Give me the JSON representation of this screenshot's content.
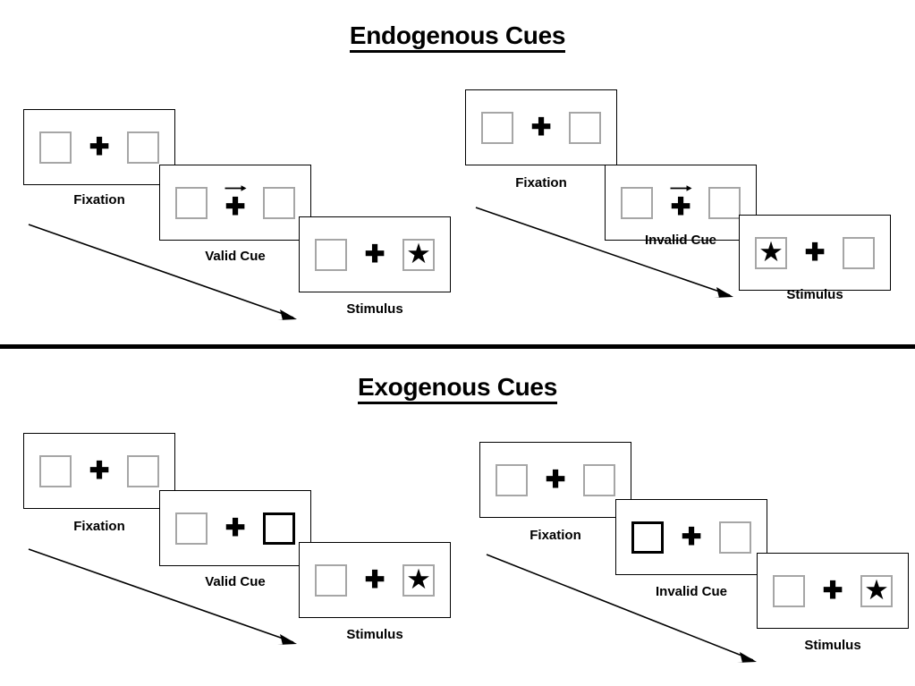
{
  "sections": [
    {
      "id": "endogenous",
      "title": "Endogenous Cues",
      "columns": [
        {
          "id": "endogenous-valid",
          "frames": [
            {
              "caption": "Fixation",
              "left_box": "empty",
              "right_box": "empty",
              "cue": "none"
            },
            {
              "caption": "Valid Cue",
              "left_box": "empty",
              "right_box": "empty",
              "cue": "arrow-right"
            },
            {
              "caption": "Stimulus",
              "left_box": "empty",
              "right_box": "star",
              "cue": "none"
            }
          ]
        },
        {
          "id": "endogenous-invalid",
          "frames": [
            {
              "caption": "Fixation",
              "left_box": "empty",
              "right_box": "empty",
              "cue": "none"
            },
            {
              "caption": "Invalid Cue",
              "left_box": "empty",
              "right_box": "empty",
              "cue": "arrow-right"
            },
            {
              "caption": "Stimulus",
              "left_box": "star",
              "right_box": "empty",
              "cue": "none"
            }
          ]
        }
      ]
    },
    {
      "id": "exogenous",
      "title": "Exogenous Cues",
      "columns": [
        {
          "id": "exogenous-valid",
          "frames": [
            {
              "caption": "Fixation",
              "left_box": "empty",
              "right_box": "empty",
              "cue": "none"
            },
            {
              "caption": "Valid Cue",
              "left_box": "empty",
              "right_box": "cued",
              "cue": "none"
            },
            {
              "caption": "Stimulus",
              "left_box": "empty",
              "right_box": "star",
              "cue": "none"
            }
          ]
        },
        {
          "id": "exogenous-invalid",
          "frames": [
            {
              "caption": "Fixation",
              "left_box": "empty",
              "right_box": "empty",
              "cue": "none"
            },
            {
              "caption": "Invalid Cue",
              "left_box": "cued",
              "right_box": "empty",
              "cue": "none"
            },
            {
              "caption": "Stimulus",
              "left_box": "empty",
              "right_box": "star",
              "cue": "none"
            }
          ]
        }
      ]
    }
  ],
  "glyphs": {
    "plus": "✚",
    "star": "★",
    "arrow_cue": "arrow-right-icon",
    "time_arrow": "time-flow-arrow-icon"
  },
  "colors": {
    "ink": "#000000",
    "box_outline": "#a6a6a6",
    "cued_box_outline": "#000000",
    "background": "#ffffff"
  }
}
